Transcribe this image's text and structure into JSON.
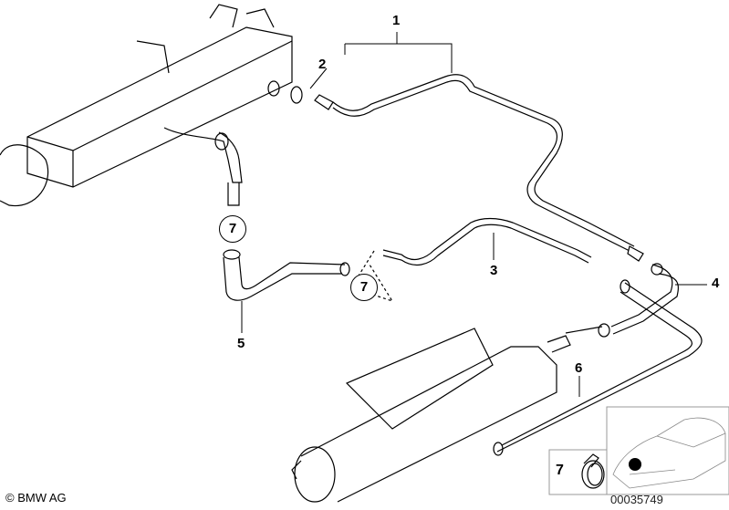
{
  "callouts": {
    "c1": "1",
    "c2": "2",
    "c3": "3",
    "c4": "4",
    "c5": "5",
    "c6": "6",
    "c7_top": "7",
    "c7_mid": "7",
    "c7_box": "7"
  },
  "footer": {
    "copyright": "© BMW AG",
    "part_number": "00035749"
  },
  "colors": {
    "line": "#000000",
    "background": "#ffffff",
    "frame": "#999999"
  }
}
